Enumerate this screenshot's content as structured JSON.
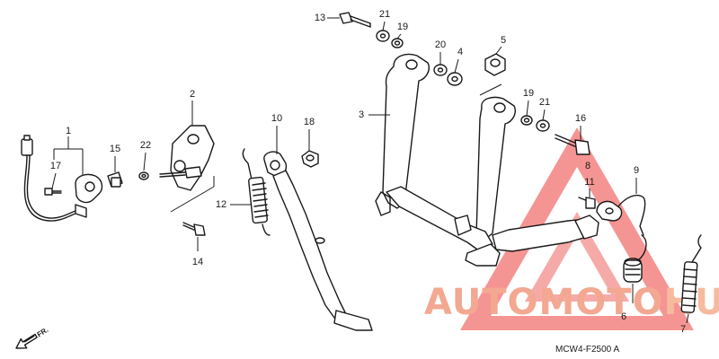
{
  "callouts": [
    {
      "id": "c1",
      "label": "1"
    },
    {
      "id": "c2",
      "label": "2"
    },
    {
      "id": "c3",
      "label": "3"
    },
    {
      "id": "c4",
      "label": "4"
    },
    {
      "id": "c5",
      "label": "5"
    },
    {
      "id": "c6",
      "label": "6"
    },
    {
      "id": "c7",
      "label": "7"
    },
    {
      "id": "c8",
      "label": "8"
    },
    {
      "id": "c9",
      "label": "9"
    },
    {
      "id": "c10",
      "label": "10"
    },
    {
      "id": "c11",
      "label": "11"
    },
    {
      "id": "c12",
      "label": "12"
    },
    {
      "id": "c13",
      "label": "13"
    },
    {
      "id": "c14",
      "label": "14"
    },
    {
      "id": "c15",
      "label": "15"
    },
    {
      "id": "c16",
      "label": "16"
    },
    {
      "id": "c17",
      "label": "17"
    },
    {
      "id": "c18",
      "label": "18"
    },
    {
      "id": "c19a",
      "label": "19"
    },
    {
      "id": "c19b",
      "label": "19"
    },
    {
      "id": "c20",
      "label": "20"
    },
    {
      "id": "c21a",
      "label": "21"
    },
    {
      "id": "c21b",
      "label": "21"
    },
    {
      "id": "c22",
      "label": "22"
    }
  ],
  "diagram_code": "MCW4-F2500 A",
  "front_marker": "FR.",
  "watermark": {
    "text_auto": "AUTO",
    "text_moto": "MOTO",
    "text_hub": "HUB",
    "color_main": "#f29a80",
    "color_triangle": "#ef5a55"
  }
}
